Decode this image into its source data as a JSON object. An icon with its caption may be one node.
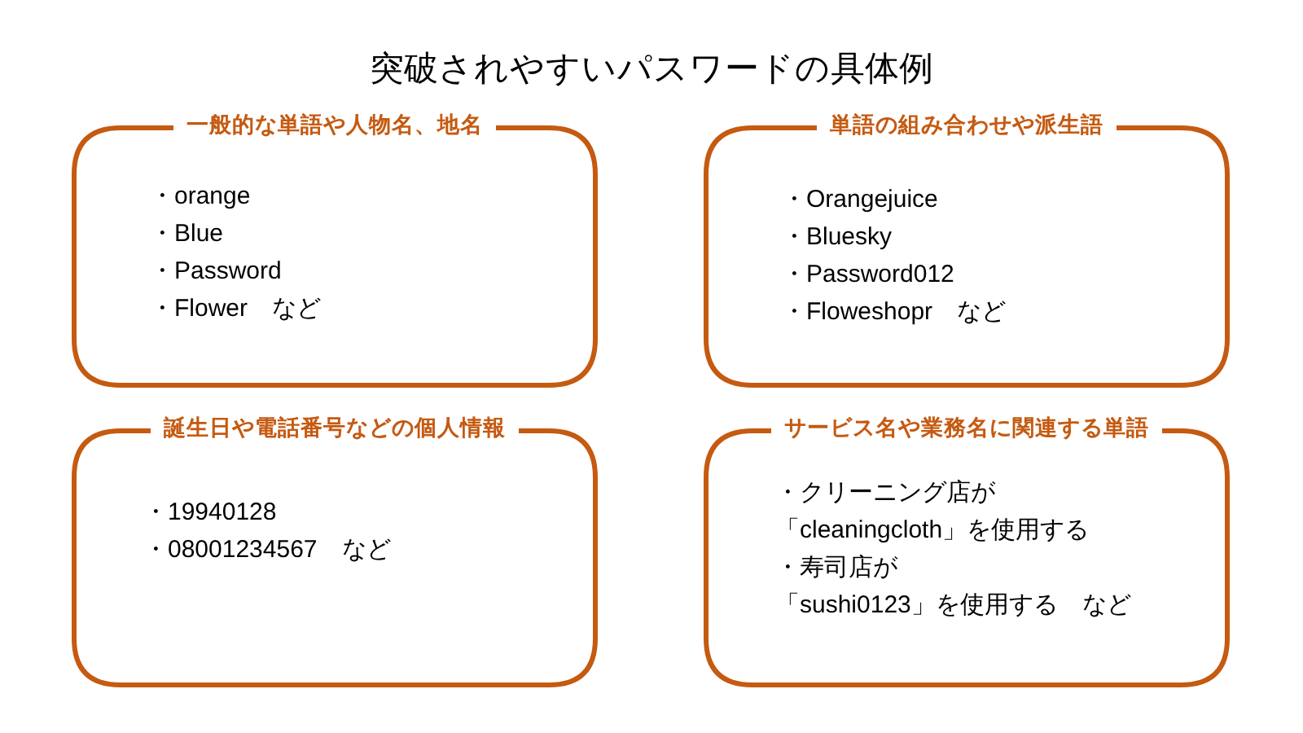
{
  "diagram": {
    "title": "突破されやすいパスワードの具体例",
    "nodes": [
      {
        "text": [
          "一般的な単語や人物名、地名",
          "・orange",
          "・Blue",
          "・Password",
          "・Flower　など"
        ]
      },
      {
        "text": [
          "単語の組み合わせや派生語",
          "・Orangejuice",
          "・Bluesky",
          "・Password012",
          "・Floweshopr　など"
        ]
      },
      {
        "text": [
          "誕生日や電話番号などの個人情報",
          "・19940128",
          "・08001234567　など"
        ]
      },
      {
        "text": [
          "サービス名や業務名に関連する単語",
          "・クリーニング店が",
          "「cleaningcloth」を使用する",
          "・寿司店が",
          "「sushi0123」を使用する　など"
        ]
      }
    ]
  }
}
